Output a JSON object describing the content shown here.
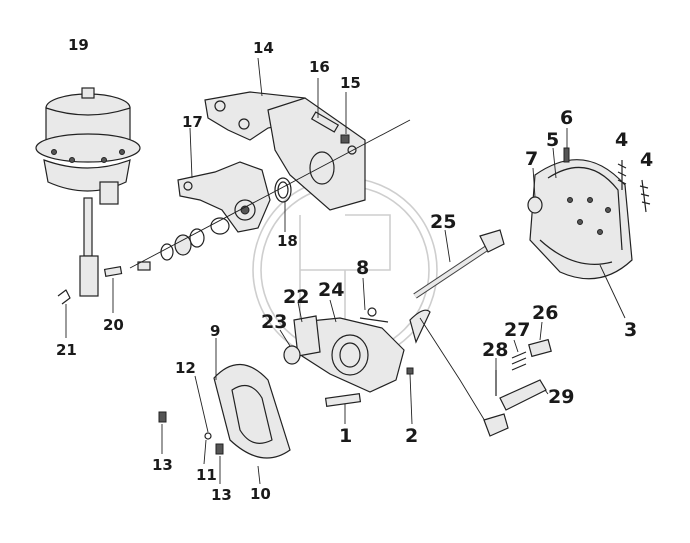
{
  "diagram": {
    "callouts": {
      "c1": "1",
      "c2": "2",
      "c3": "3",
      "c4a": "4",
      "c4b": "4",
      "c5": "5",
      "c6": "6",
      "c7": "7",
      "c8": "8",
      "c9": "9",
      "c10": "10",
      "c11": "11",
      "c12": "12",
      "c13a": "13",
      "c13b": "13",
      "c14": "14",
      "c15": "15",
      "c16": "16",
      "c17": "17",
      "c18": "18",
      "c19": "19",
      "c20": "20",
      "c21": "21",
      "c22": "22",
      "c23": "23",
      "c24": "24",
      "c25": "25",
      "c26": "26",
      "c27": "27",
      "c28": "28",
      "c29": "29"
    }
  }
}
